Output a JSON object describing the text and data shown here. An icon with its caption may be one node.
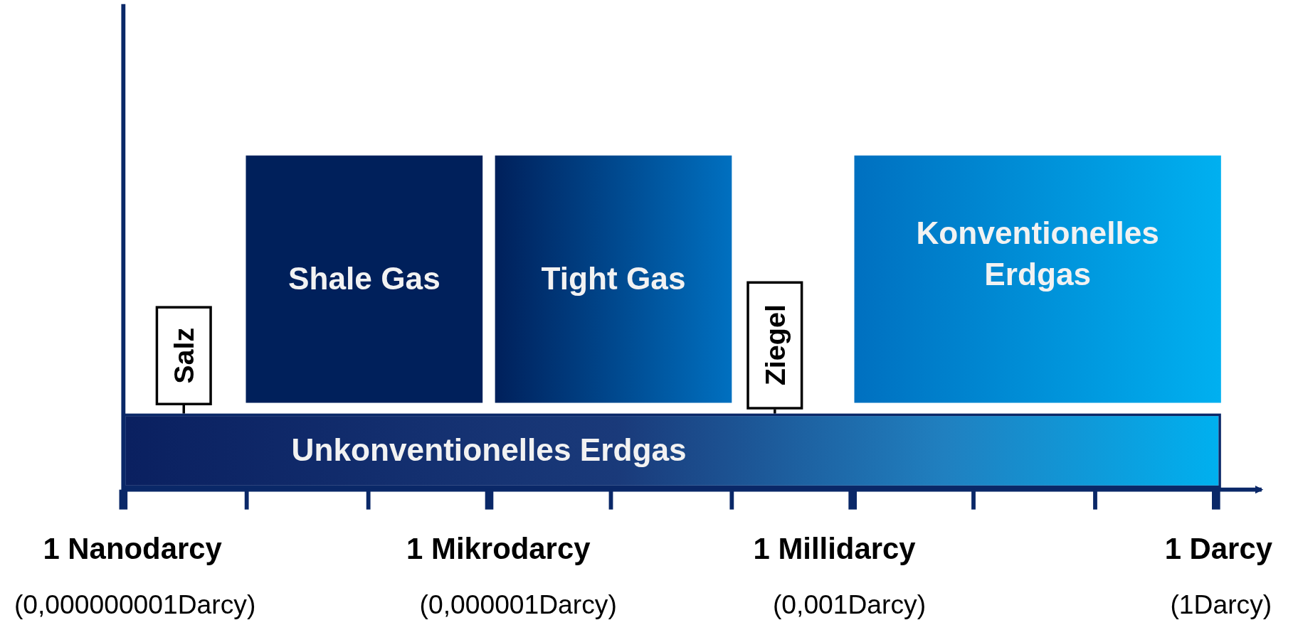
{
  "diagram": {
    "nodes": [
      {
        "text": [
          "Shale Gas"
        ]
      },
      {
        "text": [
          "Tight Gas"
        ]
      },
      {
        "text": [
          "Konventionelles Erdgas"
        ]
      },
      {
        "text": [
          "Salz"
        ]
      },
      {
        "text": [
          "Ziegel"
        ]
      },
      {
        "text": [
          "Unkonventionelles Erdgas"
        ]
      }
    ],
    "edges": [
      {
        "from": 3,
        "to": 5,
        "arrow": "none"
      },
      {
        "from": 4,
        "to": 5,
        "arrow": "none"
      }
    ],
    "labels": [
      "1 Nanodarcy",
      "1 Mikrodarcy",
      "1 Millidarcy",
      "1 Darcy",
      "(0,000000001Darcy)",
      "(0,000001Darcy)",
      "(0,001Darcy)",
      "(1Darcy)"
    ]
  }
}
